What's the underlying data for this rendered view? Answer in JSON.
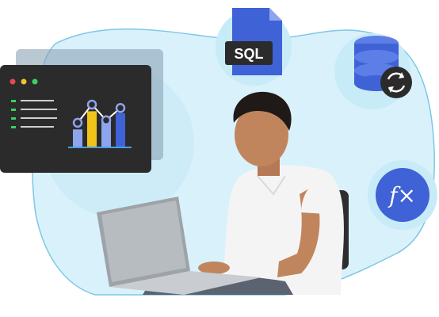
{
  "sql_icon": {
    "label": "SQL",
    "icon": "sql-file-icon"
  },
  "database_icon": {
    "icon": "database-sync-icon",
    "sub_icon": "refresh-icon"
  },
  "function_icon": {
    "label": "f×",
    "icon": "function-fx-icon"
  },
  "dashboard": {
    "icon": "analytics-dashboard-icon",
    "window_dots": [
      "#e34b4b",
      "#f2c12e",
      "#3ccf63"
    ],
    "bar_values": [
      0.35,
      0.72,
      0.5,
      0.68
    ],
    "bar_colors": [
      "#8ea4ee",
      "#f0c419",
      "#8ea4ee",
      "#3f62d6"
    ],
    "line_points": [
      0.55,
      0.92,
      0.6,
      0.85
    ]
  },
  "colors": {
    "blob": "#d9f1fb",
    "blob_outline": "#7ec7e6",
    "dashboard_bg": "#2b2b2b",
    "accent_blue": "#3f62d6"
  }
}
